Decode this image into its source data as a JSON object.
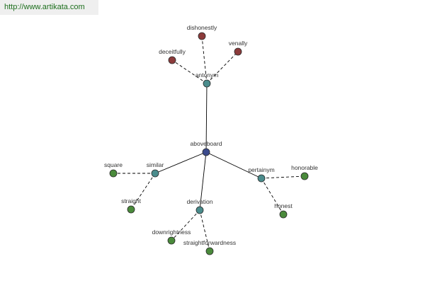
{
  "watermark": {
    "text": "http://www.artikata.com"
  },
  "colors": {
    "root": "#3b4a8c",
    "relation": "#4a8c8c",
    "antonym_word": "#8c3b3b",
    "synonym_word": "#4a8a3b",
    "line": "#000000"
  },
  "graph": {
    "root": {
      "label": "aboveboard"
    },
    "relations": [
      {
        "label": "antonym",
        "words": [
          "dishonestly",
          "deceitfully",
          "venally"
        ]
      },
      {
        "label": "similar",
        "words": [
          "square",
          "straight"
        ]
      },
      {
        "label": "derivation",
        "words": [
          "downrightness",
          "straightforwardness"
        ]
      },
      {
        "label": "pertainym",
        "words": [
          "honorable",
          "honest"
        ]
      }
    ]
  }
}
